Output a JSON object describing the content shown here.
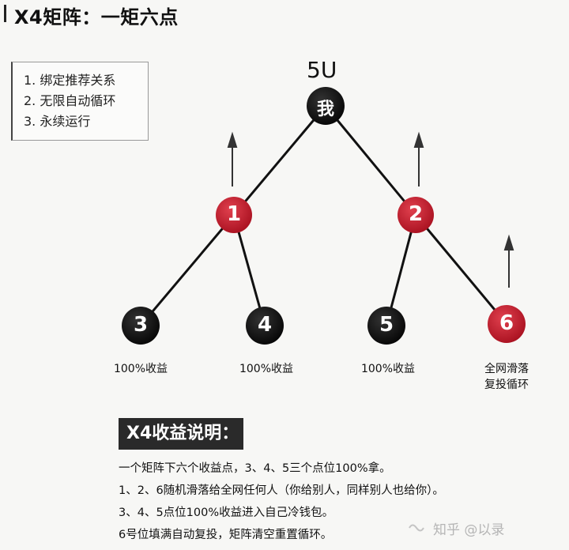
{
  "title": "X4矩阵：一矩六点",
  "features": [
    "1. 绑定推荐关系",
    "2. 无限自动循环",
    "3. 永续运行"
  ],
  "top_label": "5U",
  "nodes": {
    "root": "我",
    "n1": "1",
    "n2": "2",
    "n3": "3",
    "n4": "4",
    "n5": "5",
    "n6": "6"
  },
  "captions": {
    "n3": "100%收益",
    "n4": "100%收益",
    "n5": "100%收益",
    "n6_line1": "全网滑落",
    "n6_line2": "复投循环"
  },
  "explanation": {
    "header": "X4收益说明：",
    "lines": [
      "一个矩阵下六个收益点，3、4、5三个点位100%拿。",
      "1、2、6随机滑落给全网任何人（你给别人，同样别人也给你）。",
      "3、4、5点位100%收益进入自己冷钱包。",
      "6号位填满自动复投，矩阵清空重置循环。"
    ]
  },
  "watermark": "知乎 @以录",
  "colors": {
    "black_node": "#0d0d0d",
    "red_node": "#c2182b",
    "line": "#111111"
  }
}
